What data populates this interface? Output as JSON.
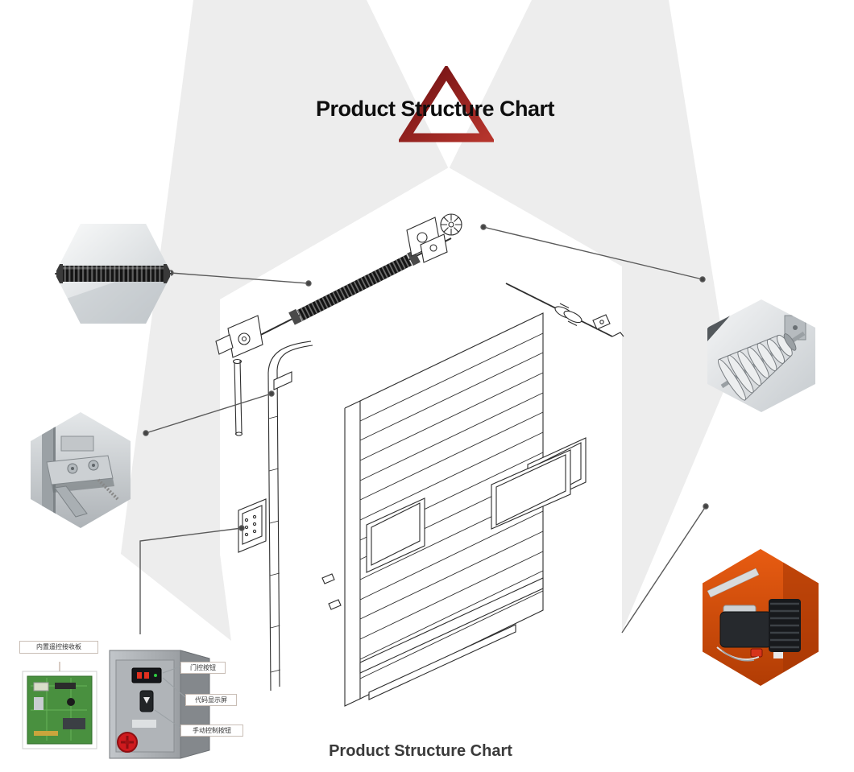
{
  "header": {
    "title": "Product Structure Chart"
  },
  "footer": {
    "title": "Product Structure Chart"
  },
  "logo": {
    "icon": "red-triangle-outline"
  },
  "colors": {
    "arrow_gray": "#ededed",
    "accent_red": "#8e1a1a",
    "opener_orange": "#d2500e",
    "pcb_green": "#49903f"
  },
  "callouts": [
    {
      "id": "torsion-spring-closeup",
      "icon": "coil-spring-photo"
    },
    {
      "id": "track-bracket-closeup",
      "icon": "hinge-bracket-photo"
    },
    {
      "id": "cable-drum-closeup",
      "icon": "spring-drum-photo"
    },
    {
      "id": "door-opener-closeup",
      "icon": "motor-opener-photo"
    },
    {
      "id": "control-box",
      "icon": "control-cabinet-photo"
    }
  ],
  "control_panel_labels": {
    "receiver_board": "内置遥控接收板",
    "door_button": "门控按钮",
    "code_display": "代码显示屏",
    "manual_button": "手动控制按钮"
  }
}
